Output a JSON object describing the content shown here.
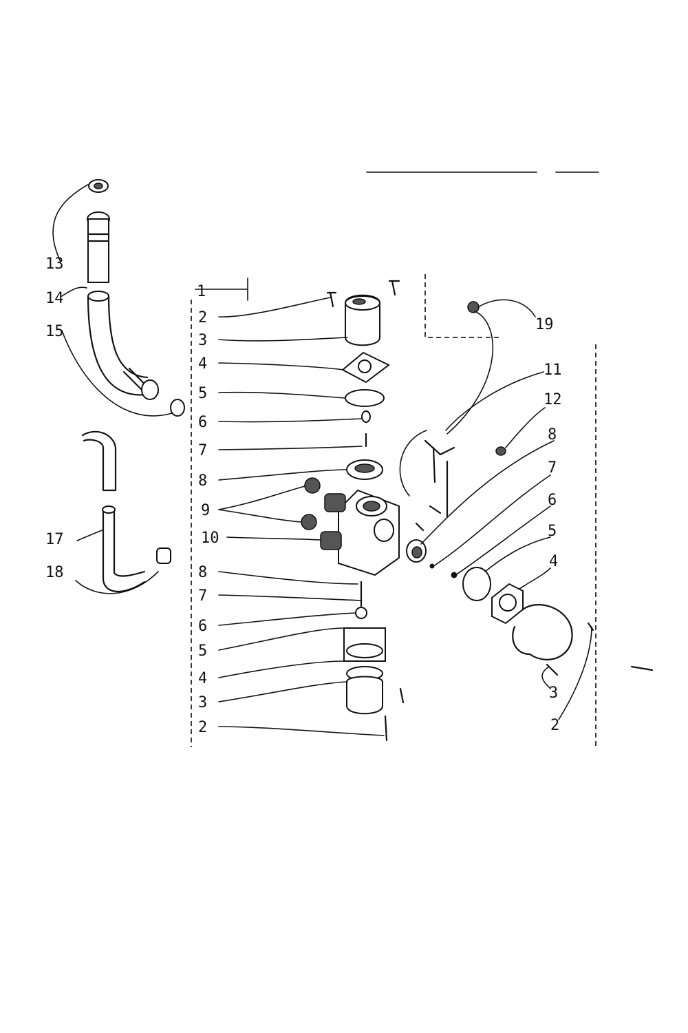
{
  "diagram": {
    "callouts": {
      "c1": "1",
      "c2_top": "2",
      "c3_top": "3",
      "c4_top": "4",
      "c5_top": "5",
      "c6_top": "6",
      "c7_top": "7",
      "c8_top": "8",
      "c9": "9",
      "c10": "10",
      "c8_bot": "8",
      "c7_bot": "7",
      "c6_bot": "6",
      "c5_bot": "5",
      "c4_bot": "4",
      "c3_bot": "3",
      "c2_bot": "2",
      "c13": "13",
      "c14": "14",
      "c15": "15",
      "c17": "17",
      "c18": "18",
      "c19": "19",
      "c11": "11",
      "c12": "12",
      "c8_right": "8",
      "c7_right": "7",
      "c6_right": "6",
      "c5_right": "5",
      "c4_right": "4",
      "c3_right": "3",
      "c2_right": "2"
    }
  }
}
